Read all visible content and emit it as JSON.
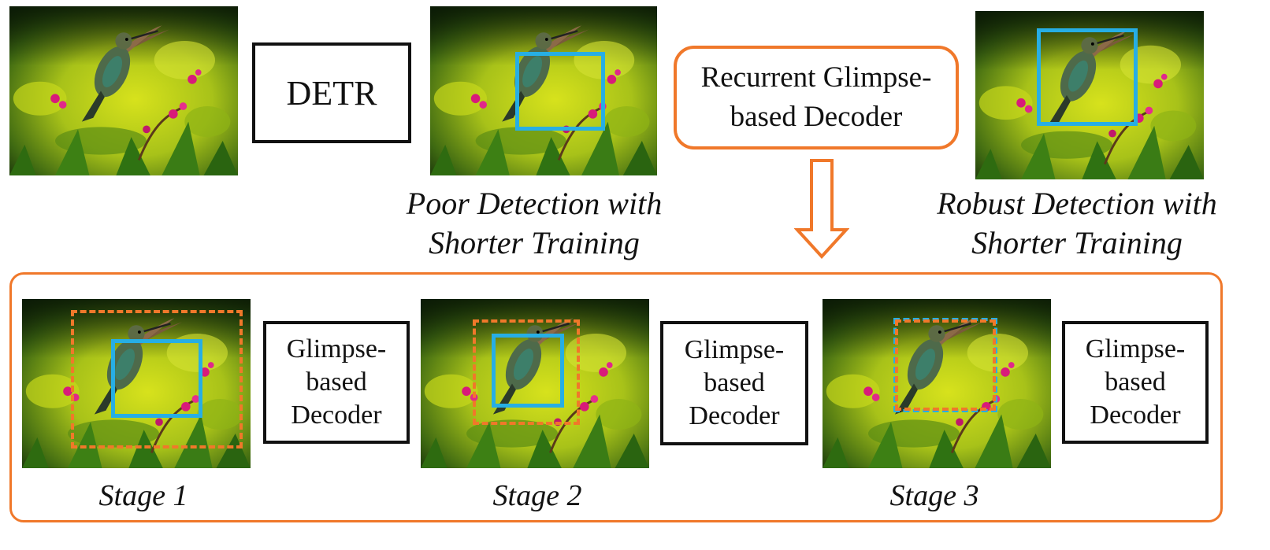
{
  "colors": {
    "accent_orange": "#f0782a",
    "box_blue": "#27aee4",
    "text": "#111111"
  },
  "top": {
    "detr_label": "DETR",
    "decoder_label": "Recurrent Glimpse-\nbased Decoder",
    "poor_caption": "Poor Detection with\nShorter Training",
    "robust_caption": "Robust Detection with\nShorter Training"
  },
  "stages": [
    {
      "caption": "Stage 1",
      "decoder_label": "Glimpse-\nbased\nDecoder"
    },
    {
      "caption": "Stage 2",
      "decoder_label": "Glimpse-\nbased\nDecoder"
    },
    {
      "caption": "Stage 3",
      "decoder_label": "Glimpse-\nbased\nDecoder"
    }
  ],
  "icons": {
    "arrow": "down-arrow-icon"
  }
}
